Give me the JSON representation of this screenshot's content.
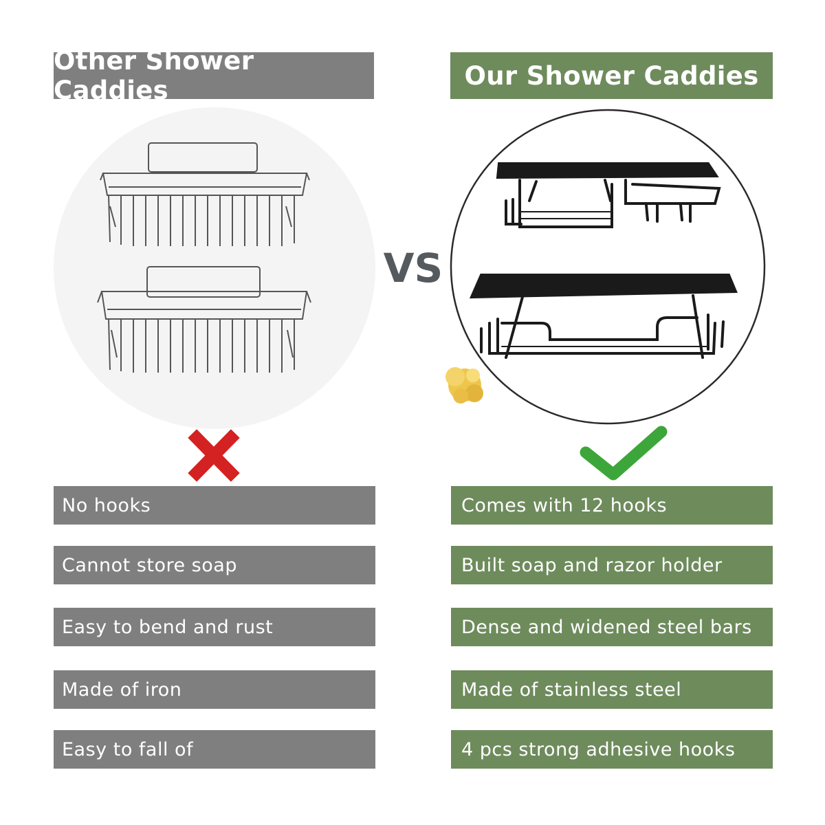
{
  "left": {
    "heading": "Other Shower Caddies",
    "items": [
      "No hooks",
      "Cannot store soap",
      "Easy to bend and rust",
      "Made of iron",
      "Easy to fall of"
    ]
  },
  "right": {
    "heading": "Our Shower Caddies",
    "items": [
      "Comes with 12 hooks",
      "Built soap and razor holder",
      "Dense and widened steel bars",
      "Made of stainless steel",
      "4 pcs strong adhesive hooks"
    ]
  },
  "vs_label": "VS",
  "icons": {
    "left_mark": "cross-icon",
    "right_mark": "check-icon"
  },
  "colors": {
    "other": "#7f7f7f",
    "ours": "#6e8b5c",
    "cross": "#d42121",
    "check": "#3da63a"
  }
}
